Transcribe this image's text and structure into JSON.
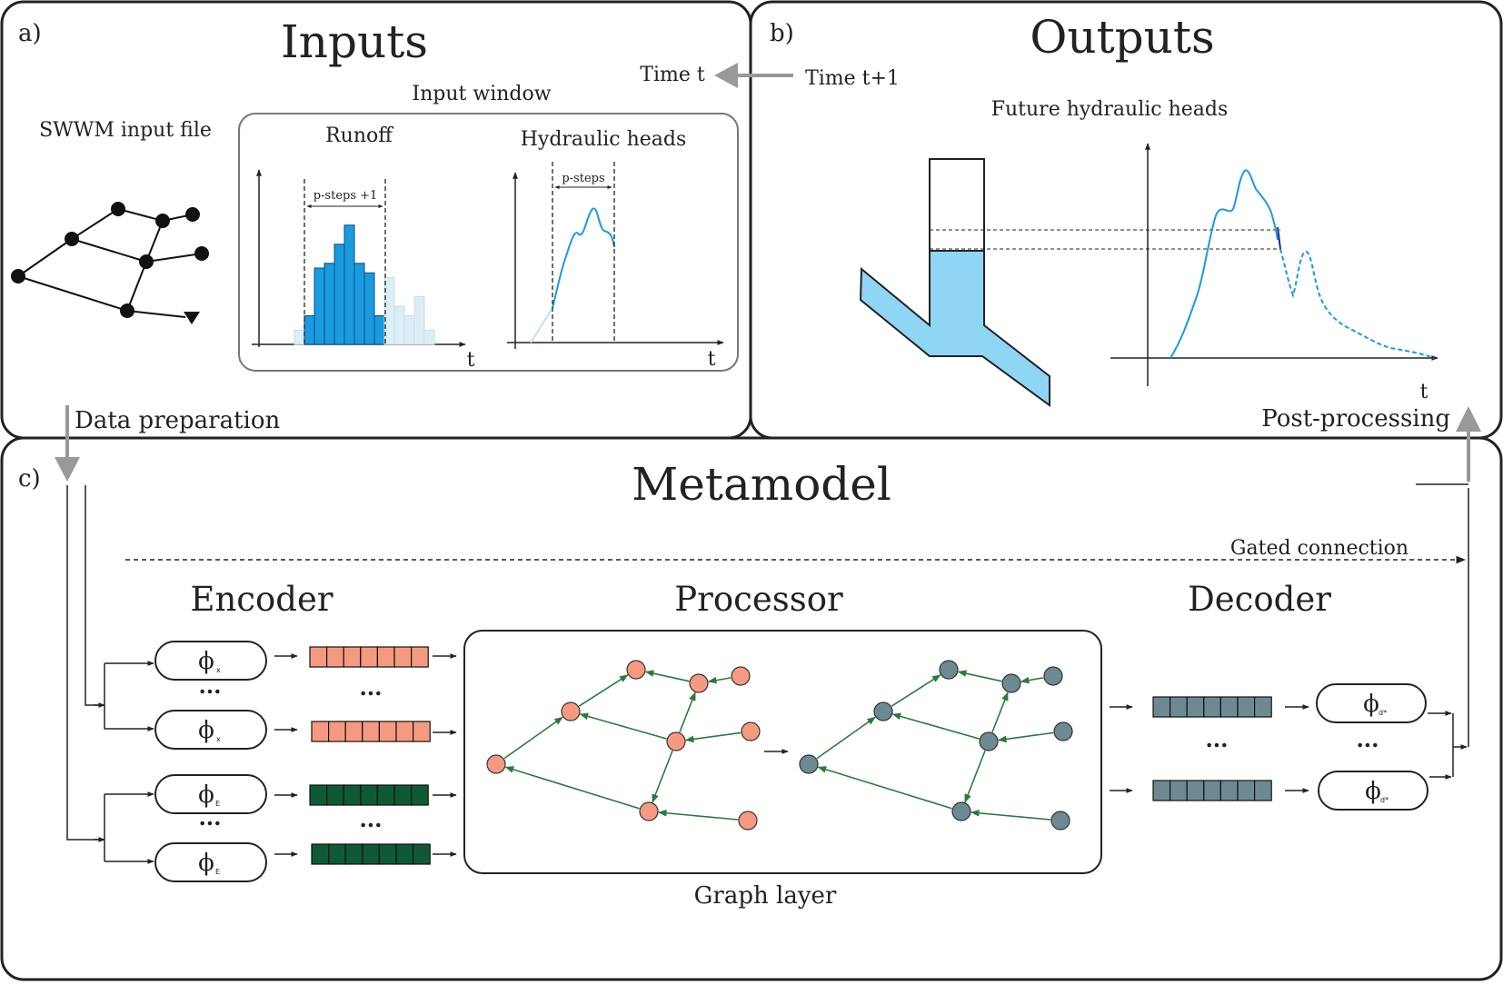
{
  "panels": {
    "a": {
      "label": "a)",
      "title": "Inputs",
      "time_label": "Time t",
      "input_window_label": "Input window",
      "swwm_label": "SWWM input file",
      "runoff_label": "Runoff",
      "heads_label": "Hydraulic heads",
      "psteps_plus_label": "p-steps +1",
      "psteps_label": "p-steps",
      "axis_t": "t",
      "data_prep_label": "Data preparation"
    },
    "b": {
      "label": "b)",
      "title": "Outputs",
      "time_label": "Time t+1",
      "future_label": "Future hydraulic heads",
      "axis_t": "t",
      "post_label": "Post-processing"
    },
    "c": {
      "label": "c)",
      "title": "Metamodel",
      "gated_label": "Gated connection",
      "encoder_label": "Encoder",
      "processor_label": "Processor",
      "decoder_label": "Decoder",
      "graph_layer_label": "Graph layer",
      "ellipsis": "...",
      "phi": "ϕ",
      "sub_x": "x",
      "sub_e": "E",
      "sub_d": "d*"
    }
  },
  "colors": {
    "border": "#222222",
    "arrow_gray": "#999999",
    "blue": "#1a9be0",
    "blue_light": "#dceef5",
    "water": "#8fd6f5",
    "salmon": "#f59a80",
    "dark_green": "#0f5a36",
    "slate": "#6d8a92",
    "edge_green": "#2a7a3a"
  },
  "runoff_bars": {
    "window_values": [
      6,
      16,
      17,
      21,
      25,
      17,
      15,
      6
    ],
    "faded_before": [
      3
    ],
    "faded_after": [
      14,
      8,
      6,
      10,
      3
    ]
  }
}
